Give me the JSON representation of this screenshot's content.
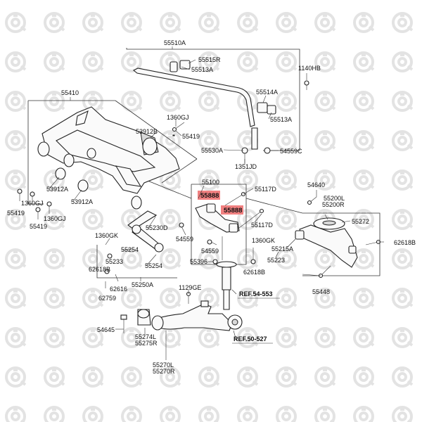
{
  "diagram": {
    "highlight_color": "#f08080",
    "watermark_icon": "gear-wrench-logo-icon",
    "labels": {
      "l55510A": "55510A",
      "l55515R": "55515R",
      "l55513A_top": "55513A",
      "l1140HB": "1140HB",
      "l55514A": "55514A",
      "l55513A_mid": "55513A",
      "l55410": "55410",
      "l1360GJ_top": "1360GJ",
      "l53912B": "53912B",
      "l55419_top": "55419",
      "l55530A": "55530A",
      "l54559C": "54559C",
      "l1351JD": "1351JD",
      "l55100": "55100",
      "l55117D_top": "55117D",
      "l53912A_a": "53912A",
      "l53912A_b": "53912A",
      "l55419_l": "55419",
      "l1360GJ_l": "1360GJ",
      "l55419_l2": "55419",
      "l1360GJ_l2": "1360GJ",
      "l55888_a": "55888",
      "l55888_b": "55888",
      "l54640": "54640",
      "l55200L": "55200L",
      "l55200R": "55200R",
      "l55272": "55272",
      "l55117D_mid": "55117D",
      "l55230D": "55230D",
      "l1360GK_l": "1360GK",
      "l55254_a": "55254",
      "l55233": "55233",
      "l62618B_l": "62618B",
      "l55254_b": "55254",
      "l54559": "54559",
      "l54559_b": "54559",
      "l1360GK_r": "1360GK",
      "l55215A": "55215A",
      "l62618B_r": "62618B",
      "l55223": "55223",
      "l55396": "55396",
      "l62618B_m": "62618B",
      "l62616": "62616",
      "l55250A": "55250A",
      "l62759": "62759",
      "l1129GE": "1129GE",
      "lREF5455": "REF.54-553",
      "l55448": "55448",
      "l54645": "54645",
      "l55274L": "55274L",
      "l55275R": "55275R",
      "lREF5057": "REF.50-527",
      "l55270L": "55270L",
      "l55270R": "55270R"
    }
  }
}
